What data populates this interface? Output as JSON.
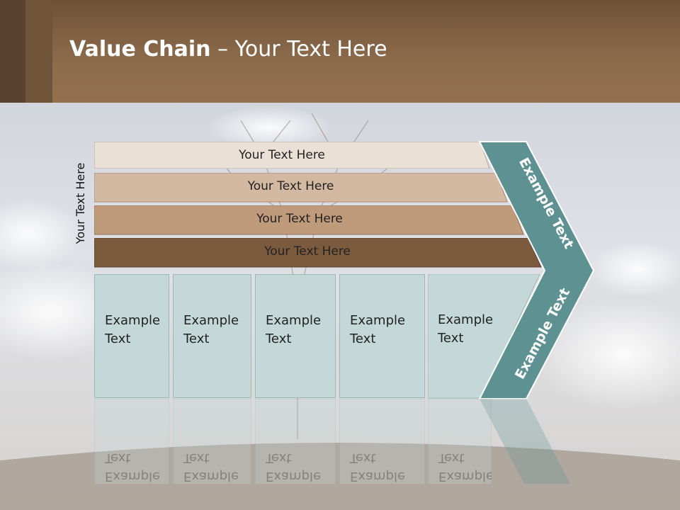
{
  "slide": {
    "title_bold": "Value Chain",
    "title_rest": " – Your Text Here",
    "side_label": "Your Text Here",
    "bars": [
      {
        "label": "Your Text Here",
        "color": "#ebe0d6"
      },
      {
        "label": "Your Text Here",
        "color": "#d4b9a2"
      },
      {
        "label": "Your Text Here",
        "color": "#bf9b7b"
      },
      {
        "label": "Your Text Here",
        "color": "#7b5a3e"
      }
    ],
    "boxes": [
      {
        "line1": "Example",
        "line2": "Text"
      },
      {
        "line1": "Example",
        "line2": "Text"
      },
      {
        "line1": "Example",
        "line2": "Text"
      },
      {
        "line1": "Example",
        "line2": "Text"
      },
      {
        "line1": "Example",
        "line2": "Text"
      }
    ],
    "chevron_top_text": "Example Text",
    "chevron_bottom_text": "Example Text",
    "colors": {
      "header": "#8c6b4b",
      "box_fill": "#c3d8d7",
      "chevron": "#5e9292"
    }
  }
}
